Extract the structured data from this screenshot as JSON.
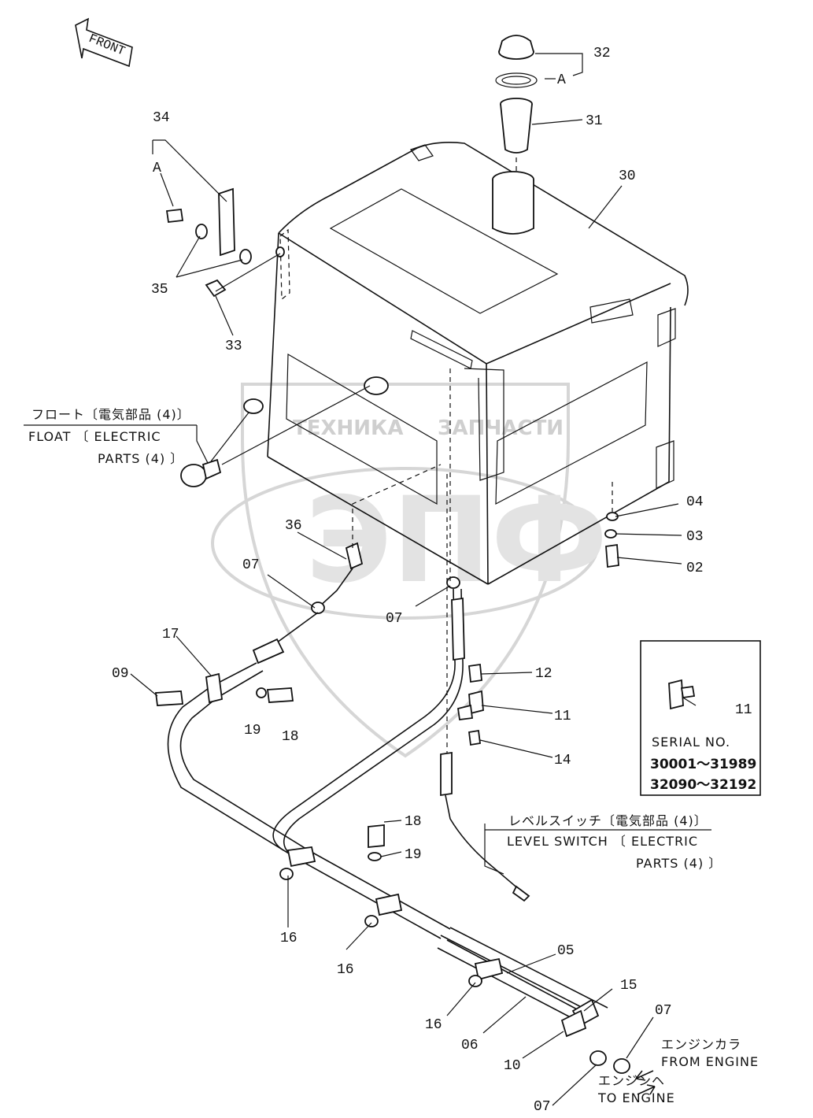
{
  "front_label": "FRONT",
  "callouts": {
    "p32": "32",
    "pA1": "A",
    "p31": "31",
    "p30": "30",
    "p34": "34",
    "pA2": "A",
    "p35": "35",
    "p33": "33",
    "p36": "36",
    "p07a": "07",
    "p07b": "07",
    "p04": "04",
    "p03": "03",
    "p02": "02",
    "p17": "17",
    "p09": "09",
    "p19a": "19",
    "p18a": "18",
    "p12": "12",
    "p11": "11",
    "p14": "14",
    "p18b": "18",
    "p19b": "19",
    "p16a": "16",
    "p16b": "16",
    "p16c": "16",
    "p05": "05",
    "p15": "15",
    "p07c": "07",
    "p06": "06",
    "p10": "10",
    "p07d": "07",
    "p11inset": "11"
  },
  "float_note": {
    "jp": "フロート〔電気部品 (4)〕",
    "en1": "FLOAT 〔 ELECTRIC",
    "en2": "PARTS (4) 〕"
  },
  "level_note": {
    "jp": "レベルスイッチ〔電気部品 (4)〕",
    "en1": "LEVEL SWITCH 〔 ELECTRIC",
    "en2": "PARTS (4) 〕"
  },
  "inset": {
    "title": "SERIAL NO.",
    "range1": "30001～31989",
    "range2": "32090～32192"
  },
  "from_engine": {
    "jp": "エンジンカラ",
    "en": "FROM ENGINE"
  },
  "to_engine": {
    "jp": "エンジンヘ",
    "en": "TO ENGINE"
  },
  "watermark": {
    "left": "ТЕХНИКА",
    "right": "ЗАПЧАСТИ",
    "logo": "ЭПФ"
  }
}
